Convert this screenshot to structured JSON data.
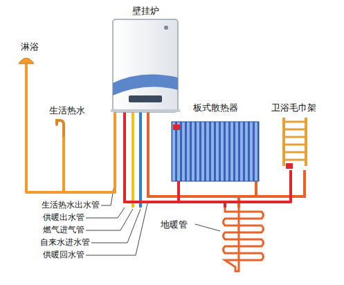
{
  "diagram": {
    "nodes": [
      {
        "text": [
          "壁挂炉"
        ]
      },
      {
        "text": [
          "淋浴"
        ]
      },
      {
        "text": [
          "生活热水"
        ]
      },
      {
        "text": [
          "板式散热器"
        ]
      },
      {
        "text": [
          "卫浴毛巾架"
        ]
      },
      {
        "text": [
          "地暖管"
        ]
      }
    ],
    "edges": [
      {
        "from": 0,
        "to": 1,
        "arrow": "none"
      },
      {
        "from": 0,
        "to": 2,
        "arrow": "none"
      },
      {
        "from": 0,
        "to": 3,
        "arrow": "none"
      },
      {
        "from": 0,
        "to": 4,
        "arrow": "none"
      },
      {
        "from": 0,
        "to": 5,
        "arrow": "none"
      }
    ],
    "labels": [
      "生活热水出水管",
      "供暖出水管",
      "燃气进气管",
      "自来水进水管",
      "供暖回水管"
    ]
  }
}
